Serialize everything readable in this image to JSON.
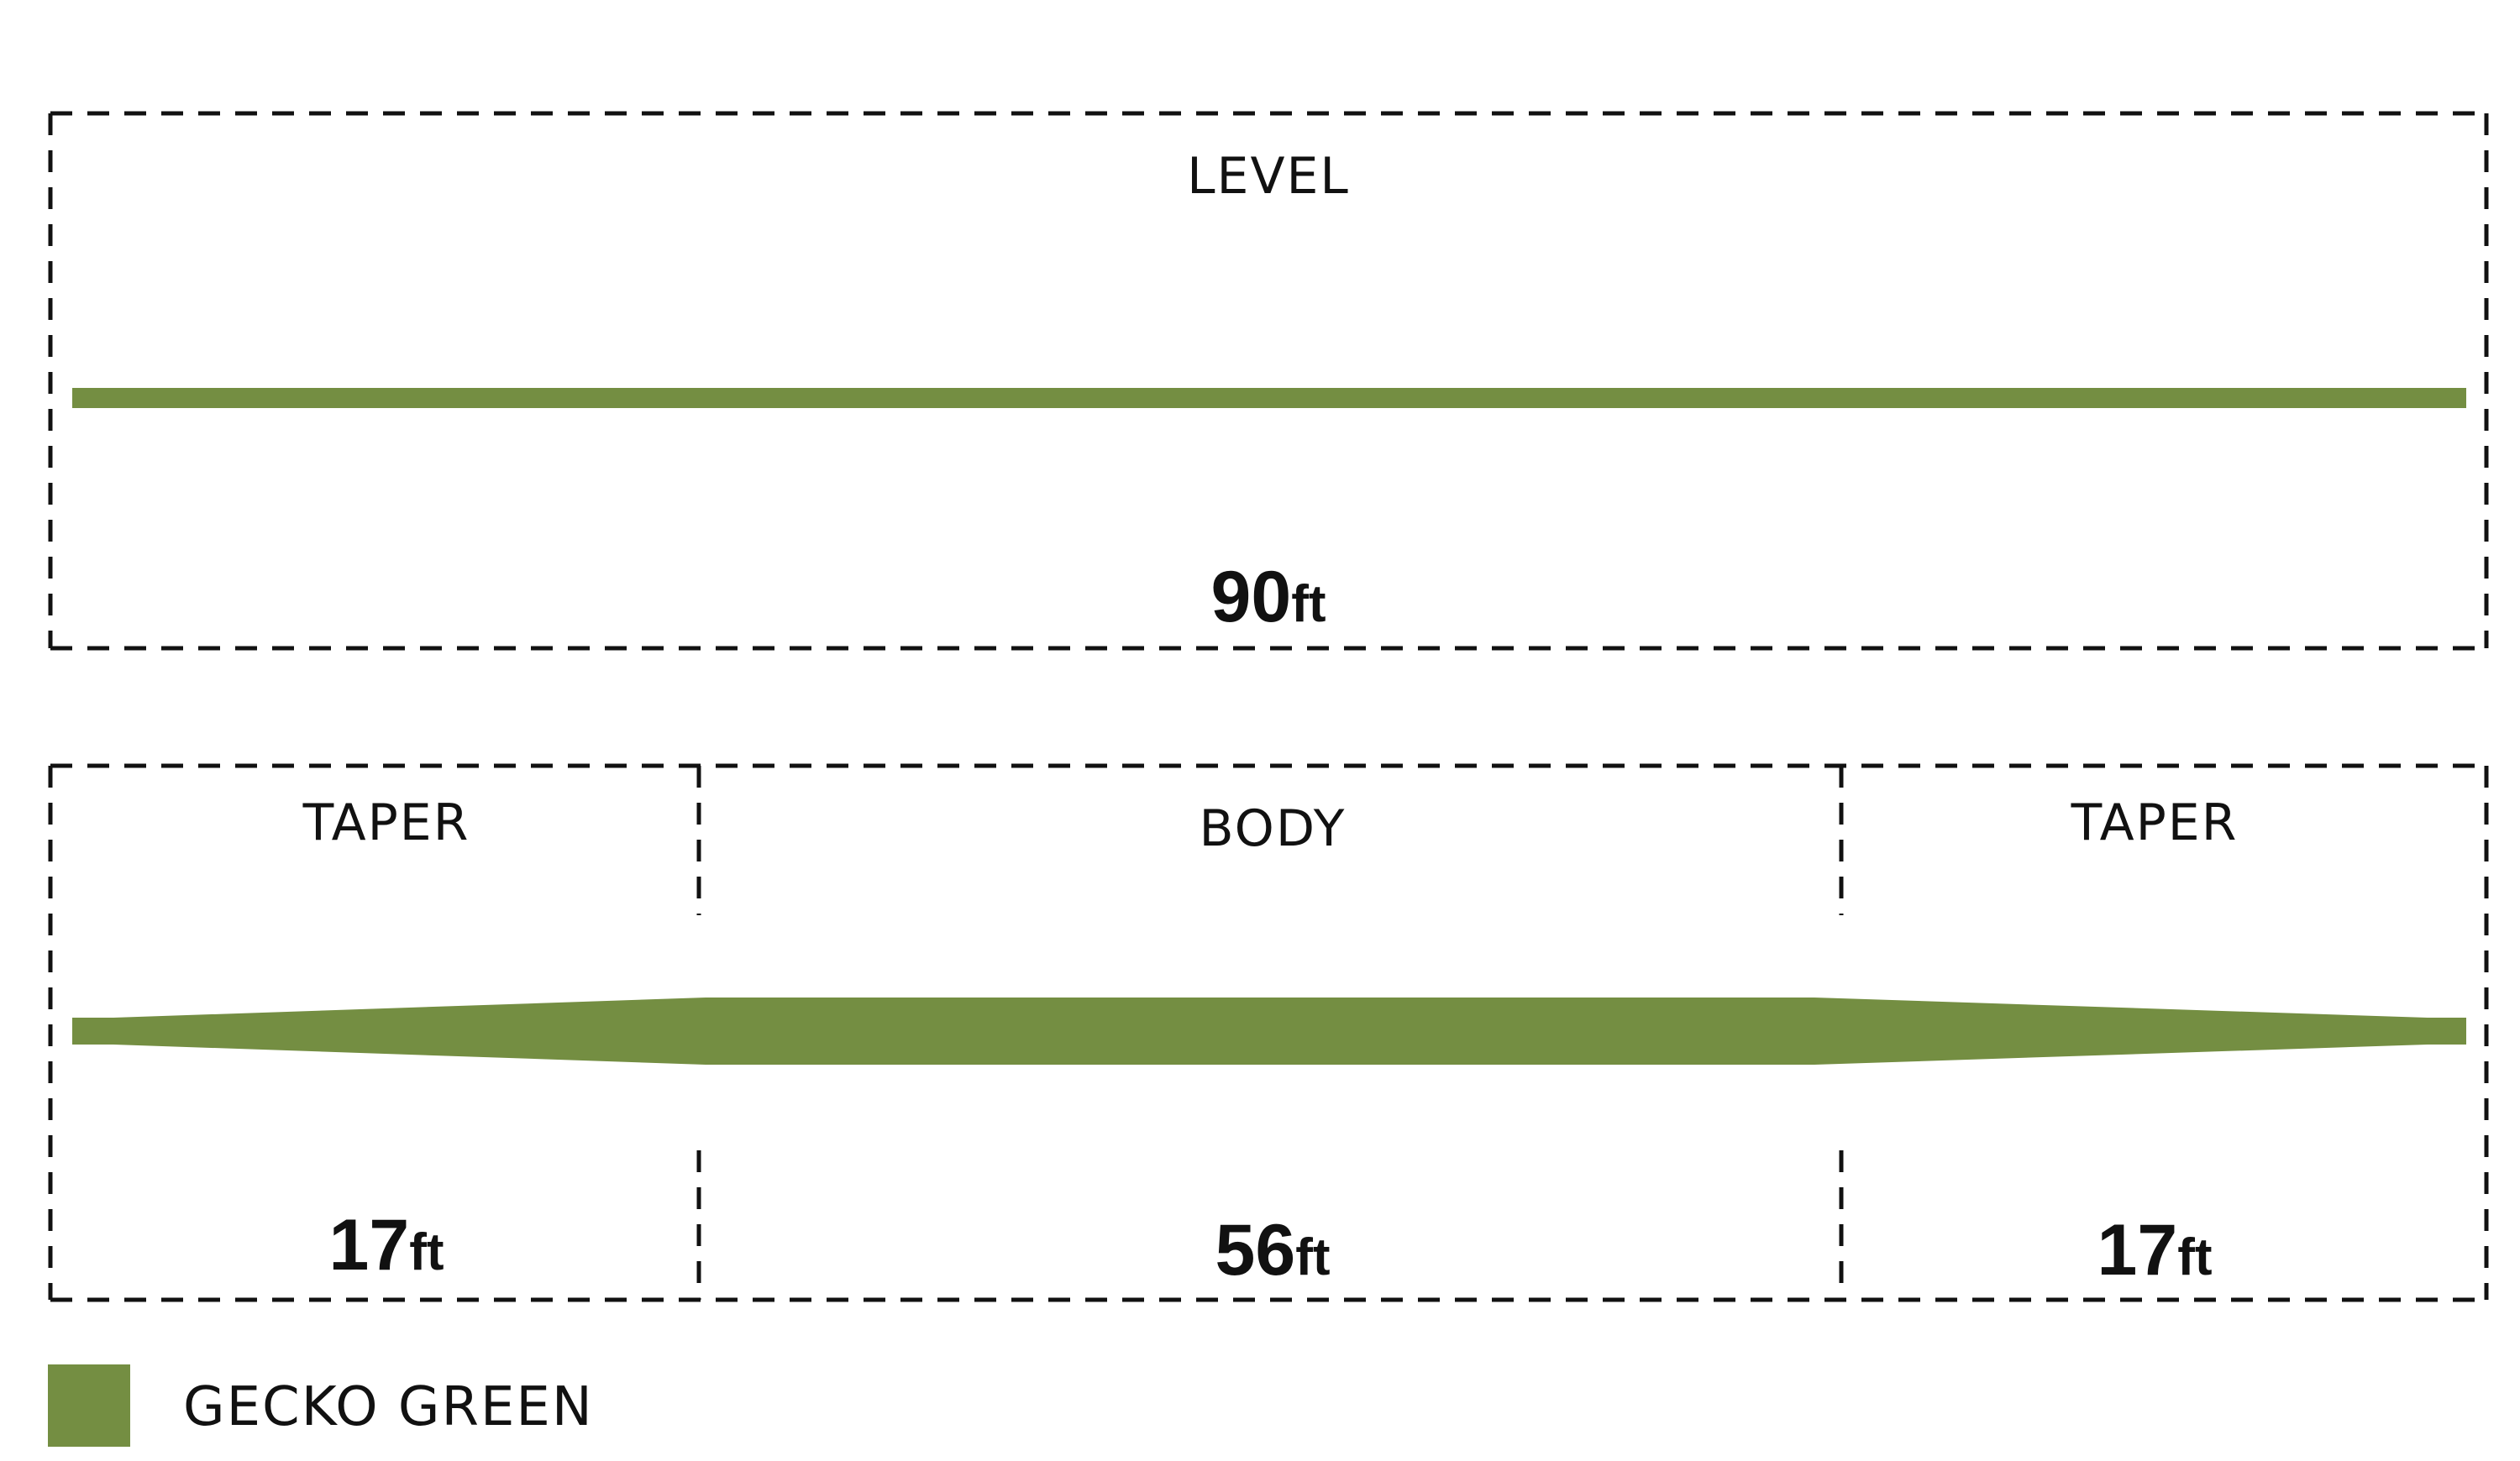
{
  "level": {
    "section_label": "LEVEL",
    "length_value": "90",
    "length_unit": "ft"
  },
  "tapered": {
    "front_taper": {
      "label": "TAPER",
      "length_value": "17",
      "length_unit": "ft"
    },
    "body": {
      "label": "BODY",
      "length_value": "56",
      "length_unit": "ft"
    },
    "rear_taper": {
      "label": "TAPER",
      "length_value": "17",
      "length_unit": "ft"
    }
  },
  "legend": {
    "color_name": "GECKO GREEN",
    "color_hex": "#748e42"
  }
}
